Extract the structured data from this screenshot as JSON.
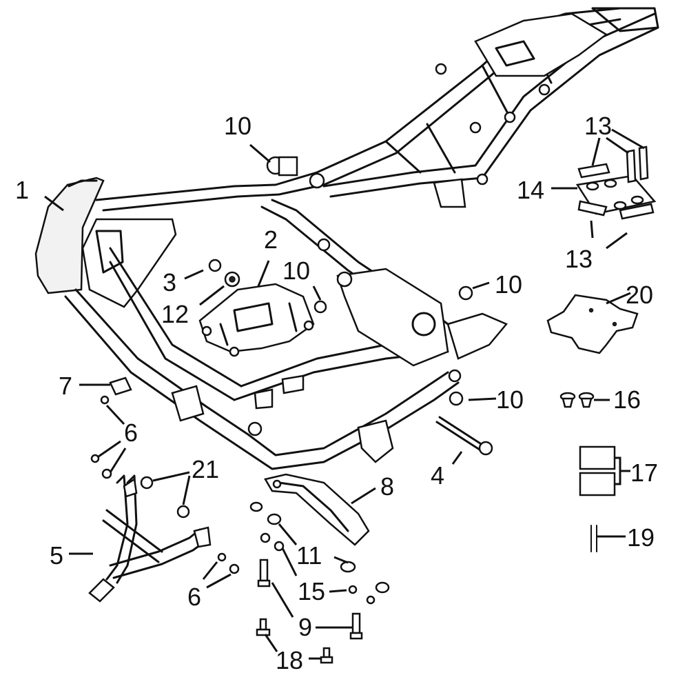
{
  "diagram": {
    "labels": [
      {
        "id": "1",
        "text": "1"
      },
      {
        "id": "2",
        "text": "2"
      },
      {
        "id": "3",
        "text": "3"
      },
      {
        "id": "4",
        "text": "4"
      },
      {
        "id": "5",
        "text": "5"
      },
      {
        "id": "6a",
        "text": "6"
      },
      {
        "id": "6b",
        "text": "6"
      },
      {
        "id": "7",
        "text": "7"
      },
      {
        "id": "8",
        "text": "8"
      },
      {
        "id": "9",
        "text": "9"
      },
      {
        "id": "10a",
        "text": "10"
      },
      {
        "id": "10b",
        "text": "10"
      },
      {
        "id": "10c",
        "text": "10"
      },
      {
        "id": "10d",
        "text": "10"
      },
      {
        "id": "11",
        "text": "11"
      },
      {
        "id": "12",
        "text": "12"
      },
      {
        "id": "13a",
        "text": "13"
      },
      {
        "id": "13b",
        "text": "13"
      },
      {
        "id": "14",
        "text": "14"
      },
      {
        "id": "15",
        "text": "15"
      },
      {
        "id": "16",
        "text": "16"
      },
      {
        "id": "17",
        "text": "17"
      },
      {
        "id": "18",
        "text": "18"
      },
      {
        "id": "19",
        "text": "19"
      },
      {
        "id": "20",
        "text": "20"
      },
      {
        "id": "21",
        "text": "21"
      }
    ]
  }
}
